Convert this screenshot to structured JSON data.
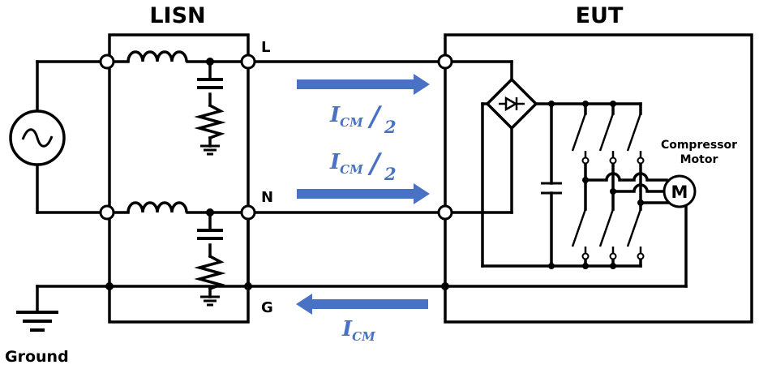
{
  "labels": {
    "lisn": "LISN",
    "eut": "EUT",
    "line": "L",
    "neutral": "N",
    "ground_terminal": "G",
    "ground": "Ground",
    "compressor_line1": "Compressor",
    "compressor_line2": "Motor",
    "motor": "M"
  },
  "currents": {
    "main": "I",
    "sub": "CM",
    "half_slash": "/",
    "half_denominator": "2"
  },
  "colors": {
    "wire": "#000000",
    "arrow": "#4a72c4",
    "label_blue": "#4a72c4"
  }
}
